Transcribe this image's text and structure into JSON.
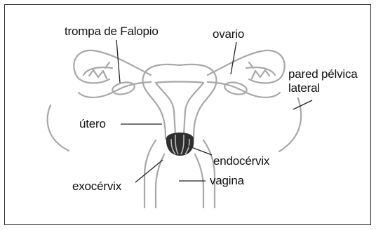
{
  "labels": {
    "fallopian_tube": "trompa de Falopio",
    "ovary": "ovario",
    "pelvic_wall_1": "pared pélvica",
    "pelvic_wall_2": "lateral",
    "uterus": "útero",
    "endocervix": "endocérvix",
    "exocervix": "exocérvix",
    "vagina": "vagina"
  },
  "colors": {
    "outline": "#a8a8a8",
    "leader": "#222222",
    "cervix": "#2e2e2e",
    "frame": "#333333"
  }
}
